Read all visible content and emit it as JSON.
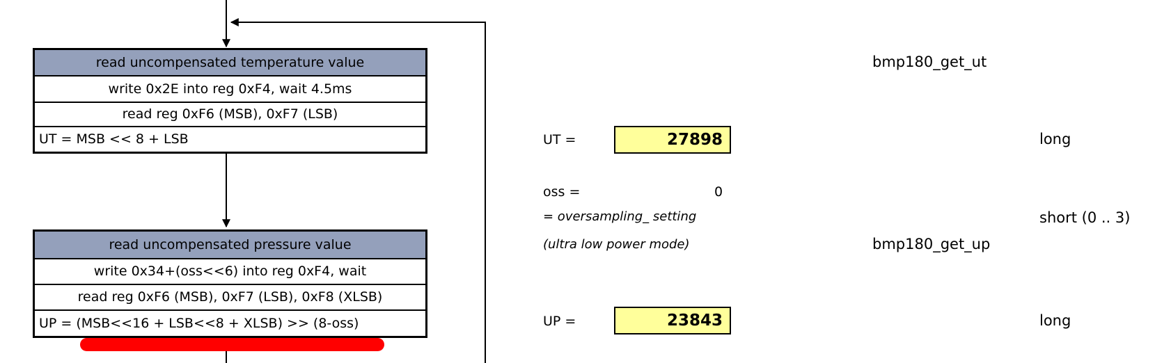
{
  "temp_block": {
    "header": "read uncompensated temperature value",
    "steps": [
      "write 0x2E into reg 0xF4, wait 4.5ms",
      "read reg 0xF6 (MSB), 0xF7 (LSB)",
      "UT = MSB << 8 + LSB"
    ]
  },
  "pressure_block": {
    "header": "read uncompensated pressure value",
    "steps": [
      "write 0x34+(oss<<6) into reg 0xF4, wait",
      "read reg 0xF6 (MSB), 0xF7 (LSB), 0xF8 (XLSB)",
      "UP = (MSB<<16 + LSB<<8 + XLSB) >> (8-oss)"
    ]
  },
  "ut": {
    "label": "UT =",
    "value": "27898",
    "type": "long",
    "function": "bmp180_get_ut"
  },
  "oss": {
    "label": "oss =",
    "value": "0",
    "note1": "= oversampling_ setting",
    "note2": "(ultra low power mode)",
    "type": "short (0 .. 3)"
  },
  "up": {
    "label": "UP =",
    "value": "23843",
    "type": "long",
    "function": "bmp180_get_up"
  },
  "colors": {
    "header_fill": "#94a0bb",
    "value_fill": "#ffff9b",
    "highlight": "#ff0000"
  }
}
